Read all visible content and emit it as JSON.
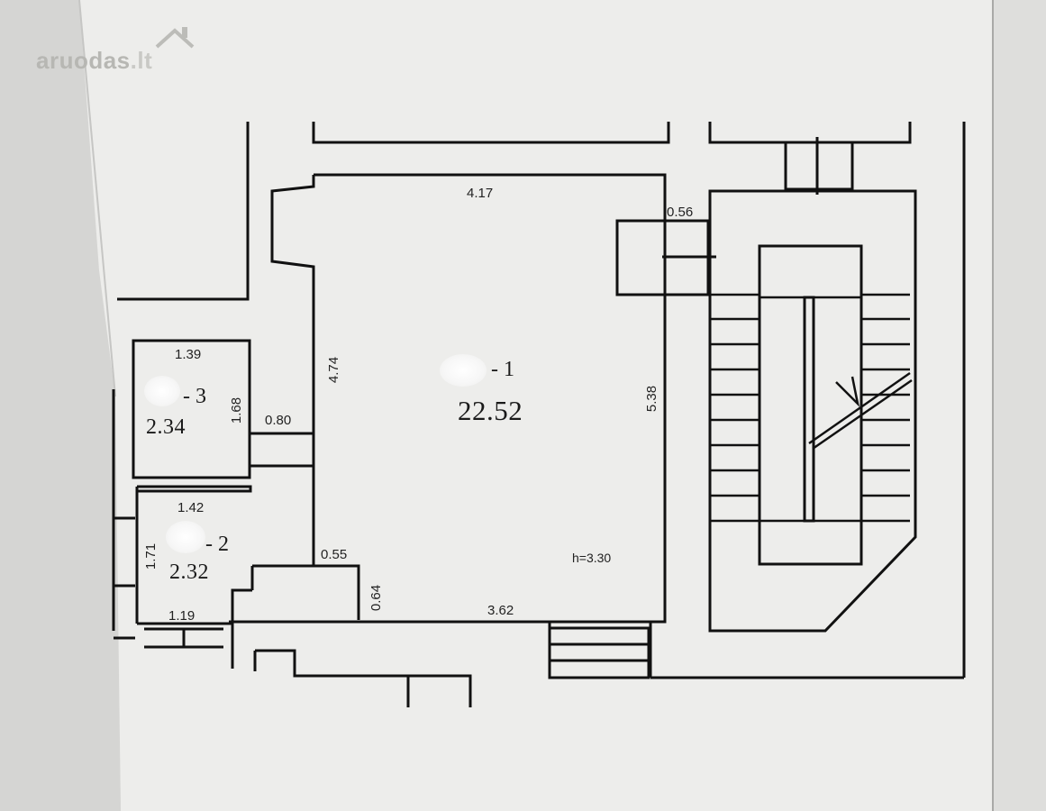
{
  "watermark": {
    "text": "aruodas",
    "suffix": ".lt"
  },
  "rooms": [
    {
      "label": "- 1",
      "area": "22.52"
    },
    {
      "label": "- 3",
      "area": "2.34"
    },
    {
      "label": "- 2",
      "area": "2.32"
    }
  ],
  "dimensions": {
    "main_width": "4.17",
    "main_left_height": "4.74",
    "main_right_height": "5.38",
    "main_bottom": "3.62",
    "ceiling_height": "h=3.30",
    "corner_056": "0.56",
    "room3_width": "1.39",
    "room3_height": "1.68",
    "passage": "0.80",
    "room2_width": "1.42",
    "room2_height": "1.71",
    "room2_bottom": "1.19",
    "niche_width": "0.55",
    "niche_depth": "0.64"
  }
}
